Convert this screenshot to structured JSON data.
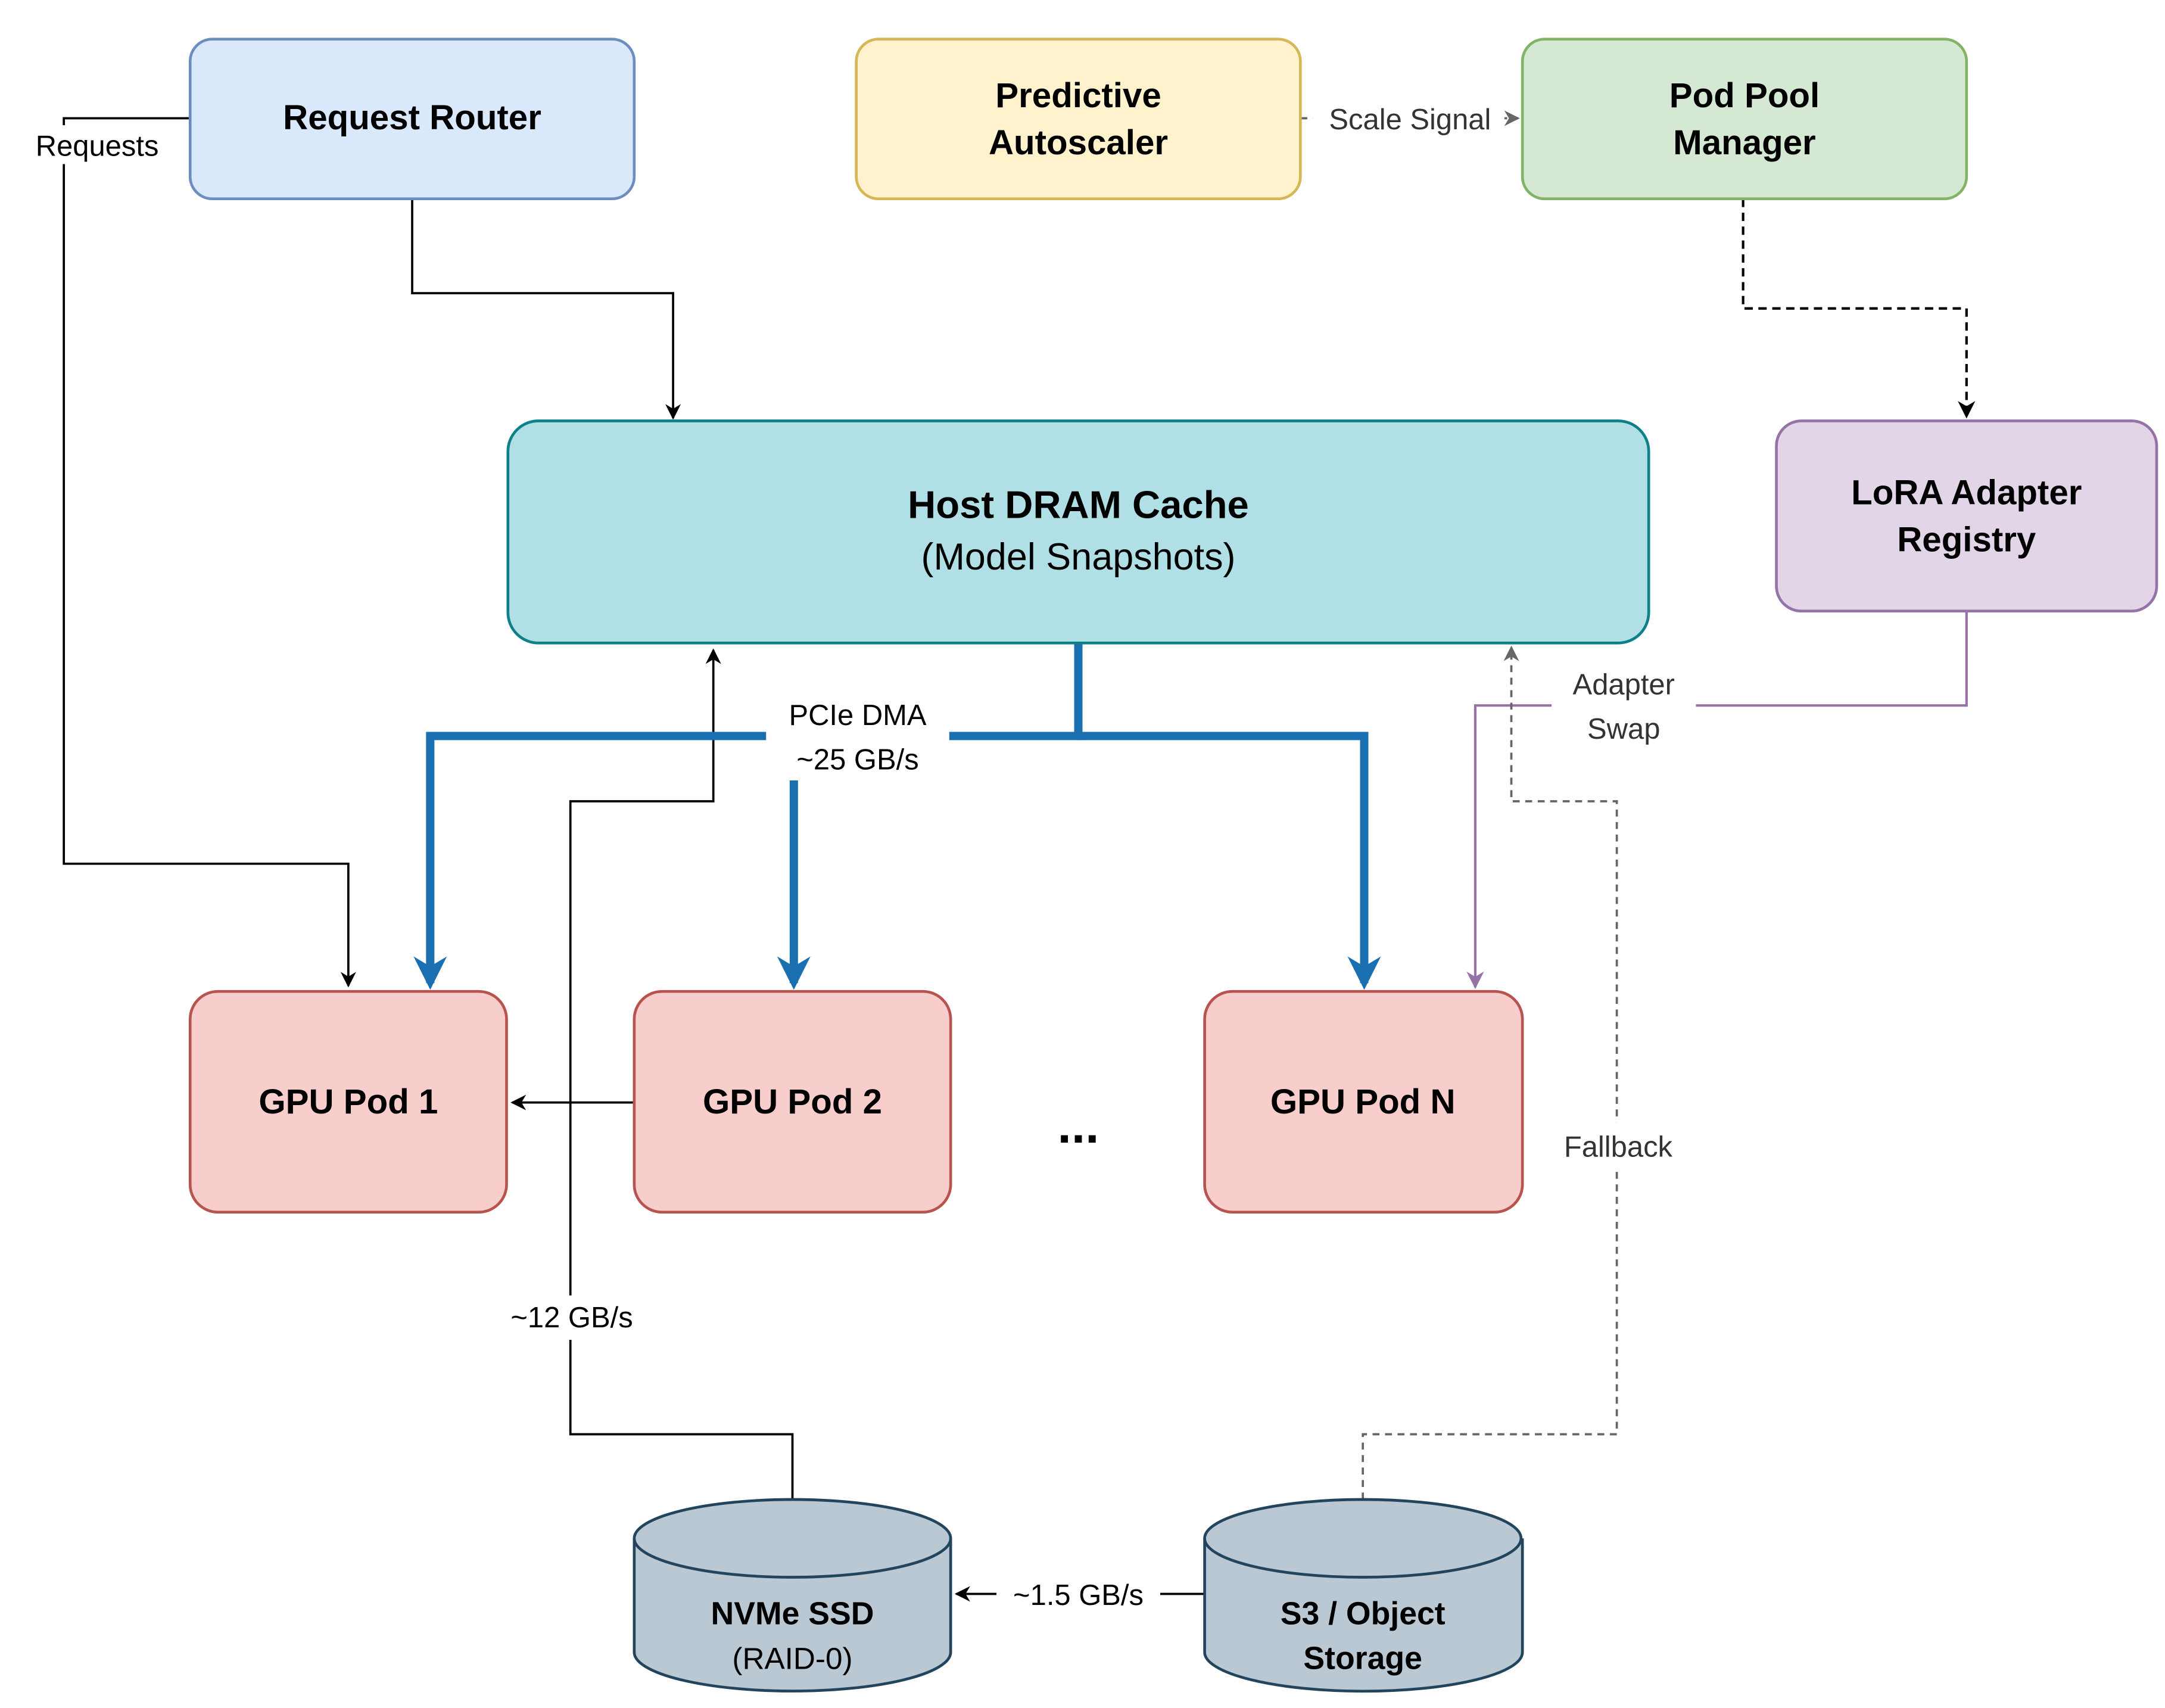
{
  "nodes": {
    "request_router": {
      "title": "Request Router"
    },
    "predictive_autoscaler": {
      "line1": "Predictive",
      "line2": "Autoscaler"
    },
    "pod_pool_manager": {
      "line1": "Pod Pool",
      "line2": "Manager"
    },
    "host_dram_cache": {
      "title": "Host DRAM Cache",
      "subtitle": "(Model Snapshots)"
    },
    "lora_adapter_registry": {
      "line1": "LoRA Adapter",
      "line2": "Registry"
    },
    "gpu_pod_1": {
      "title": "GPU Pod 1"
    },
    "gpu_pod_2": {
      "title": "GPU Pod 2"
    },
    "gpu_pod_n": {
      "title": "GPU Pod N"
    },
    "ellipsis": "...",
    "nvme_ssd": {
      "title": "NVMe SSD",
      "subtitle": "(RAID-0)"
    },
    "s3_storage": {
      "line1": "S3 / Object",
      "line2": "Storage"
    }
  },
  "edges": {
    "requests": "Requests",
    "scale_signal": "Scale Signal",
    "pcie_dma_line1": "PCIe DMA",
    "pcie_dma_line2": "~25 GB/s",
    "adapter_swap_line1": "Adapter",
    "adapter_swap_line2": "Swap",
    "fallback": "Fallback",
    "nvme_bandwidth": "~12 GB/s",
    "s3_bandwidth": "~1.5 GB/s"
  },
  "colors": {
    "router_fill": "#dae8fc",
    "router_stroke": "#6c8ebf",
    "autoscaler_fill": "#fff2cc",
    "autoscaler_stroke": "#d6b656",
    "pool_fill": "#d5e8d4",
    "pool_stroke": "#82b366",
    "cache_fill": "#b0e0e6",
    "cache_stroke": "#0e8088",
    "lora_fill": "#e1d5e7",
    "lora_stroke": "#9673a6",
    "gpu_fill": "#f8cecc",
    "gpu_stroke": "#b85450",
    "storage_fill": "#bac8d3",
    "storage_stroke": "#23445d",
    "pcie_blue": "#1a6fb0",
    "dashed_gray": "#666666"
  }
}
